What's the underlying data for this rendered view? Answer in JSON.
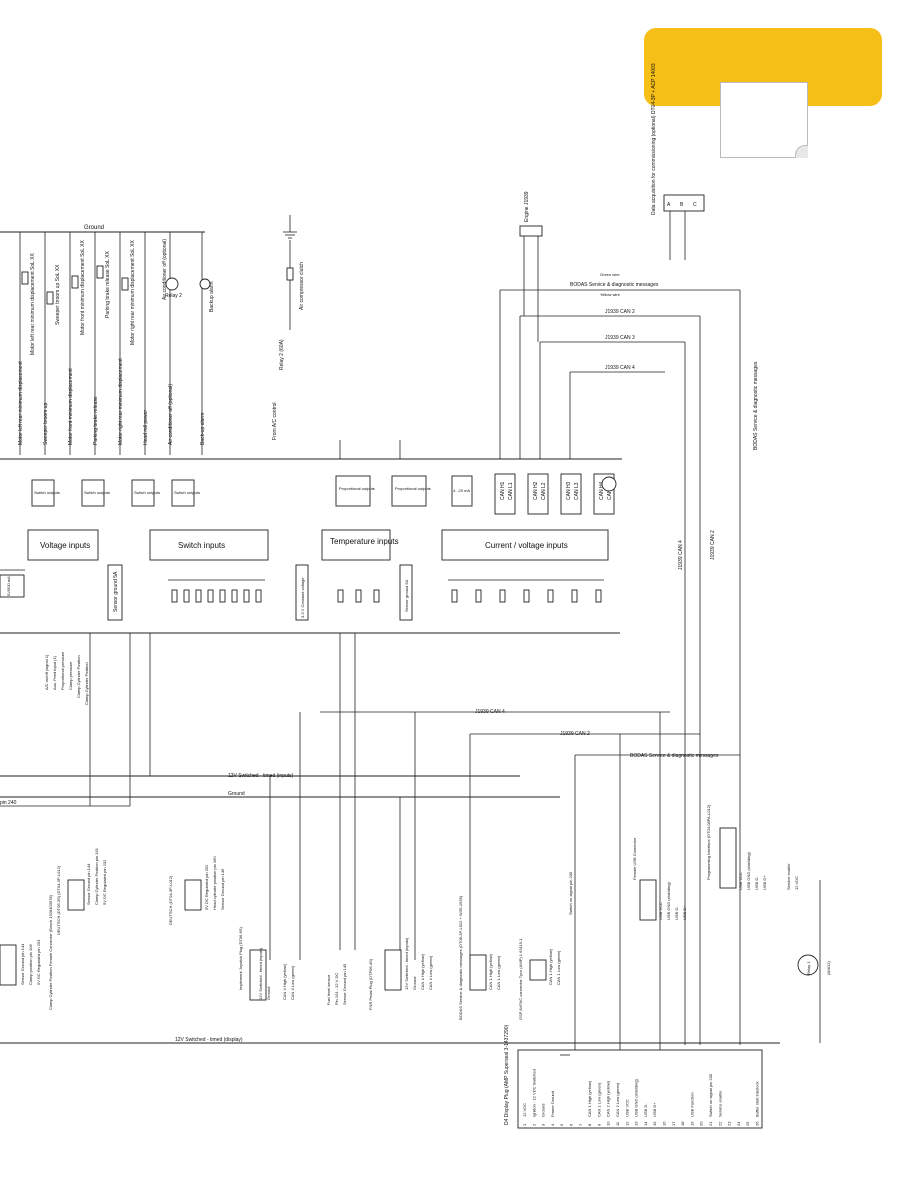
{
  "colors": {
    "tab": "#f6bf17",
    "line": "#222222"
  },
  "ground_top": "Ground",
  "icons": [
    "relay-coil-icon",
    "ground-symbol-icon",
    "beeper-icon",
    "connector-icon",
    "resistor-icon",
    "arrow-icon"
  ],
  "top_switch_loads": [
    "Motor left rear minimum displacement SoL XX",
    "Sweeper broom up SoL XX",
    "Motor front minimum displacement SoL XX",
    "Parking brake release SoL XX",
    "Motor right rear minimum displacement SoL XX",
    "Air conditioner off (optional)",
    "Relay 2",
    "Backup alarm"
  ],
  "switch_output_labels": [
    "Motor left rear minimum displacement",
    "Sweeper broom up",
    "Motor front minimum displacement",
    "Parking brake release",
    "Motor right rear minimum displacement",
    "Head roll power",
    "Air conditioner off (optional)",
    "Back-up alarm"
  ],
  "switch_outputs_box": "Switch outputs",
  "proportional_outputs_box": "Proportional outputs",
  "ma_output_box": "4...20 mA",
  "relay_2": "Relay 2 (60A)",
  "air_compressor": "Air compressor clutch",
  "from_ac": "From A/C control",
  "can_pins": [
    "CAN H1",
    "CAN L1",
    "CAN H2",
    "CAN L2",
    "CAN H3",
    "CAN L3",
    "CAN H4",
    "CAN L4"
  ],
  "bus_messages": {
    "bodas": "BODAS Service & diagnostic messages",
    "can2": "J1939 CAN 2",
    "can3": "J1939 CAN 3",
    "can4": "J1939 CAN 4",
    "yellow": "Yellow wire",
    "green": "Green wire"
  },
  "engine": "Engine J1939",
  "data_acq": "Data acquisition for commissioning (optional) DT04-3P + ACP 14003",
  "data_acq_pins": [
    "A",
    "B",
    "C"
  ],
  "input_boxes": [
    "Voltage inputs",
    "Switch inputs",
    "Temperature inputs",
    "Current / voltage inputs"
  ],
  "voltage_signals": [
    "A/C on/off (signal 1)",
    "Aux. Feed input (1)",
    "Proportional pressure",
    "Clamp pressure",
    "Clamp Cylinder Position",
    "Clamp Cylinder Position"
  ],
  "constant_voltage": "3.3 V Constant voltage",
  "sensor_ground_a": "Sensor ground 5A",
  "sensor_ground_b": "Sensor ground 5A",
  "five_v_500": "5V/500 mA",
  "bus_lines": {
    "switched_inputs": "12V Switched - timed (inputs)",
    "ground": "Ground",
    "switched_display": "12V Switched - timed (display)",
    "pin240": "pin 240",
    "can4": "J1939 CAN 4",
    "can2": "J1939 CAN 2",
    "bodas": "BODAS Service & diagnostic messages"
  },
  "left_connector": [
    "Sensor Ground pin 144",
    "Clamp position pin 106",
    "5V DC Regulated pin 253"
  ],
  "left_connector_caption": "Clamp Cylinder Position Female Connector (Bosch 1928403578)",
  "deutsch_1": [
    "Sensor Ground pin 144",
    "Clamp Cylinder Position pin 161",
    "5V DC Regulated pin 232"
  ],
  "deutsch_1_caption": "DEUTSCH (DT06-3S) (DT04-3P-L012)",
  "deutsch_2": [
    "5V DC Regulated pin 252",
    "Head cylinder position pin 160",
    "Sensor Ground pin 146"
  ],
  "deutsch_2_caption": "DEUTSCH (DT04-3P-L012)",
  "joystick": [
    "12V Switched - timed (inputs)",
    "Ground",
    "",
    "CAN 4 High (yellow)",
    "CAN 4 Low (green)",
    ""
  ],
  "joystick_caption": "Implement Joystick Plug (DT06-6S)",
  "fuel_sensor": [
    "Fuel level sensor",
    "Pin 101 - 12 V DC",
    "Sensor Ground pin 145"
  ],
  "fnr_pedal": [
    "12V Switched - timed (inputs)",
    "Ground",
    "CAN 4 High (yellow)",
    "CAN 4 Low (green)"
  ],
  "fnr_caption": "FNR Pedal Plug (DTP06-4S)",
  "bodas_plug": [
    "CAN 1 High (yellow)",
    "CAN 1 Low (green)",
    ""
  ],
  "bodas_plug_caption": "BODAS Service & diagnostic messages (DT06-3P-L012 + W3S-1939)",
  "gsp_connector": [
    "CAN 1 High (yellow)",
    "CAN 1 Low (green)"
  ],
  "gsp_caption": "GSP AVFAC connector Tyco (AMP) 1 63115-1",
  "switch_signal": "Switch on signal pin 200",
  "usb_female": [
    "USB VCC",
    "USB GND (shielding)",
    "USB D-",
    "USB D+"
  ],
  "usb_female_caption": "Female USB Connector",
  "prog_interface": [
    "USB VCC",
    "USB GND (shielding)",
    "USB D-",
    "USB D+",
    "",
    "",
    "Service enable",
    "12 VDC"
  ],
  "prog_caption": "Programming Interface (DT04-08PA-L012)",
  "relay_1": "Relay 1",
  "relay_1_part": "(8/4/12)",
  "display_pins": [
    "12 VDC",
    "Ignition - 12 VDC Switched",
    "Ground",
    "Frame Ground",
    "",
    "",
    "",
    "CAN 1 High (yellow)",
    "CAN 1 Low (green)",
    "CAN 2 High (yellow)",
    "CAN 2 Low (green)",
    "USB VCC",
    "USB GND (shielding)",
    "USB D-",
    "USB D+",
    "",
    "",
    "",
    "USB Function",
    "",
    "Switch on signal pin 200",
    "Service enable",
    "",
    "",
    "",
    "Buffer start interlock"
  ],
  "display_caption": "D4 Display Plug (AMP Superseal 3-1437290)"
}
